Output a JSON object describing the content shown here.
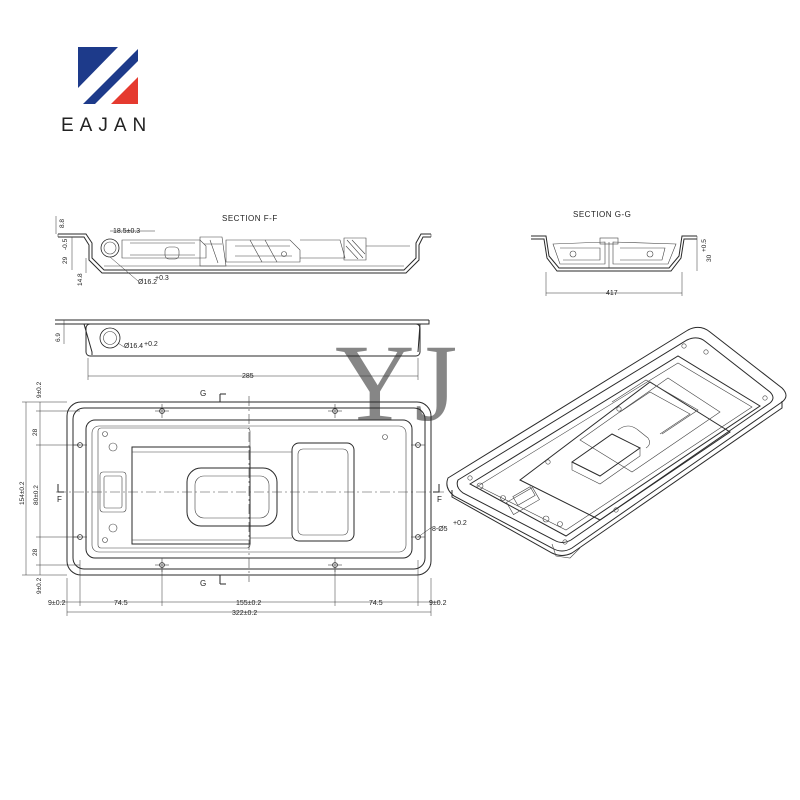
{
  "brand": {
    "name": "EAJAN",
    "colors": {
      "blue": "#1d3a8a",
      "red": "#e53a2f"
    }
  },
  "watermark": {
    "text": "YJ",
    "color": "#f3c9c9"
  },
  "section_ff": {
    "title": "SECTION F-F",
    "dims": {
      "top_left": "8.8",
      "flange": "18.5±0.3",
      "depth": "29",
      "depth_tol": "-0.5",
      "base": "14.8",
      "hole": "Ø16.2",
      "hole_tol": "+0.3"
    }
  },
  "section_gg": {
    "title": "SECTION G-G",
    "dims": {
      "height": "30",
      "height_tol": "+0.5",
      "width": "417"
    }
  },
  "side_view": {
    "dims": {
      "thickness": "6.9",
      "hole": "Ø16.4",
      "hole_tol": "+0.2",
      "length": "285"
    }
  },
  "plan_view": {
    "labels": {
      "g_top": "G",
      "g_bottom": "G",
      "f_left": "F",
      "f_right": "F"
    },
    "dims": {
      "top_offset": "9±0.2",
      "row_top": "28",
      "overall_height": "154±0.2",
      "middle": "80±0.2",
      "row_bottom": "28",
      "bottom_offset": "9±0.2",
      "left_edge": "9±0.2",
      "left_pitch": "74.5",
      "center_pitch": "155±0.2",
      "right_pitch": "74.5",
      "right_edge": "9±0.2",
      "overall_width": "322±0.2",
      "mount_holes": "8-Ø5",
      "mount_tol": "+0.2"
    }
  }
}
